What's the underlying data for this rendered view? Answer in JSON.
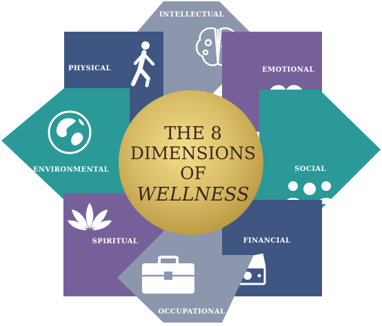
{
  "title": {
    "line1": "THE 8",
    "line2": "DIMENSIONS",
    "line3": "OF",
    "line4": "WELLNESS"
  },
  "dimensions": [
    {
      "label": "INTELLECTUAL",
      "color": "#8C96AC",
      "icon": "brain-icon"
    },
    {
      "label": "EMOTIONAL",
      "color": "#76609A",
      "icon": "heart-icon"
    },
    {
      "label": "SOCIAL",
      "color": "#2A9998",
      "icon": "people-icon"
    },
    {
      "label": "FINANCIAL",
      "color": "#3E5681",
      "icon": "money-icon"
    },
    {
      "label": "OCCUPATIONAL",
      "color": "#8C96AC",
      "icon": "briefcase-icon"
    },
    {
      "label": "SPIRITUAL",
      "color": "#76609A",
      "icon": "lotus-icon"
    },
    {
      "label": "ENVIRONMENTAL",
      "color": "#2A9998",
      "icon": "globe-icon"
    },
    {
      "label": "PHYSICAL",
      "color": "#3E5681",
      "icon": "walking-person-icon"
    }
  ],
  "colors": {
    "gold_center": "#D4B562",
    "gold_star": "#E8CB72",
    "text_dark": "#3A2A1E"
  }
}
